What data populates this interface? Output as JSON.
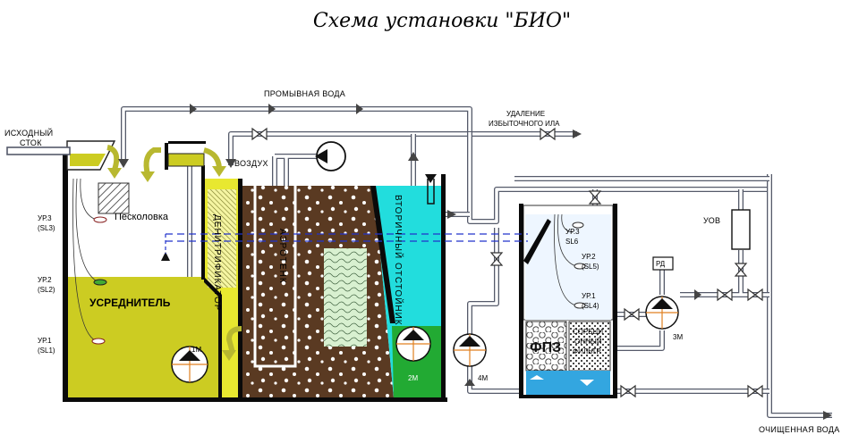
{
  "title": "Схема установки \"БИО\"",
  "labels": {
    "flush_water": "ПРОМЫВНАЯ ВОДА",
    "sludge_removal_1": "УДАЛЕНИЕ",
    "sludge_removal_2": "ИЗБЫТОЧНОГО ИЛА",
    "inlet_1": "ИСХОДНЫЙ",
    "inlet_2": "СТОК",
    "air": "ВОЗДУХ",
    "sand_trap": "Песколовка",
    "equalizer": "УСРЕДНИТЕЛЬ",
    "denitrifier": "ДЕНИТРИФИКАТОР",
    "aerotank": "АЭРОТЕНК",
    "secondary_settler": "ВТОРИЧНЫЙ ОТСТОЙНИК",
    "fpz": "ФПЗ",
    "sorption_1": "СОРБЦИ",
    "sorption_2": "ОННЫЙ",
    "sorption_3": "ФИЛЬТР",
    "uov": "УОВ",
    "rd": "РД",
    "treated_water": "ОЧИЩЕННАЯ ВОДА"
  },
  "levels_left": [
    {
      "name": "УР.3",
      "code": "(SL3)"
    },
    {
      "name": "УР.2",
      "code": "(SL2)"
    },
    {
      "name": "УР.1",
      "code": "(SL1)"
    }
  ],
  "levels_right": [
    {
      "name": "УР.3",
      "code": "SL6"
    },
    {
      "name": "УР.2",
      "code": "(SL5)"
    },
    {
      "name": "УР.1",
      "code": "(SL4)"
    }
  ],
  "pumps": {
    "p1": "1М",
    "p2": "2М",
    "p3": "4М",
    "p4": "3М"
  },
  "colors": {
    "equalizer_fill": "#cccc22",
    "denitrifier_fill": "#e8e830",
    "aerotank_fill": "#5a3a22",
    "settler_fill": "#22dddd",
    "settler_sludge": "#22aa33",
    "pipe": "#555a6a",
    "inlet_arrow": "#b8b830"
  }
}
